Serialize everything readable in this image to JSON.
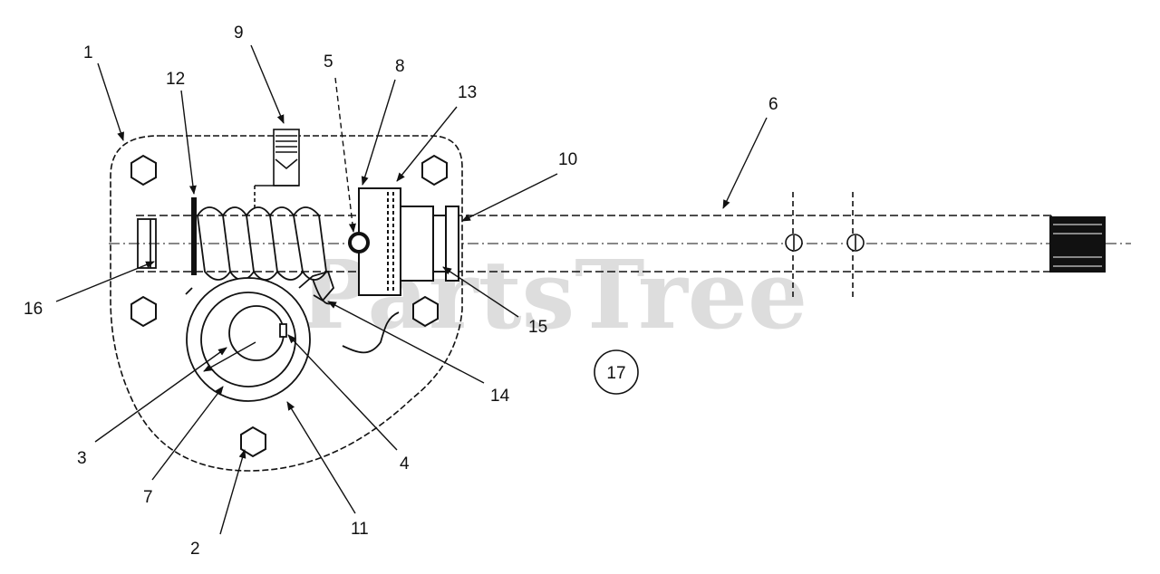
{
  "diagram": {
    "watermark": "PartsTree",
    "callouts": {
      "c1": "1",
      "c2": "2",
      "c3": "3",
      "c4": "4",
      "c5": "5",
      "c6": "6",
      "c7": "7",
      "c8": "8",
      "c9": "9",
      "c10": "10",
      "c11": "11",
      "c12": "12",
      "c13": "13",
      "c14": "14",
      "c15": "15",
      "c16": "16",
      "c17": "17"
    }
  }
}
